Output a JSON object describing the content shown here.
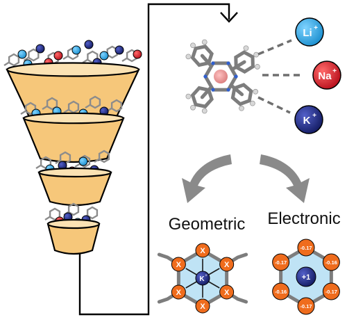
{
  "labels": {
    "geometric": "Geometric",
    "electronic": "Electronic"
  },
  "ions": [
    {
      "symbol": "Li",
      "charge": "+",
      "color": "#1aa7e0"
    },
    {
      "symbol": "Na",
      "charge": "+",
      "color": "#d81e2a"
    },
    {
      "symbol": "K",
      "charge": "+",
      "color": "#1f2c86"
    }
  ],
  "geometric_panel": {
    "center_symbol": "K",
    "center_charge": "+",
    "site_label": "X"
  },
  "electronic_panel": {
    "center_label": "+1",
    "site_charges": [
      "-0.17",
      "-0.16",
      "-0.17",
      "-0.17",
      "-0.16",
      "-0.17"
    ]
  },
  "colors": {
    "funnel_fill": "#f6c77a",
    "outline": "#000000",
    "site_orange": "#ef6c1d",
    "ring_blue": "#bfe3f5",
    "arrow_gray": "#8a8a8a",
    "bond_gray": "#7d7d7d"
  }
}
